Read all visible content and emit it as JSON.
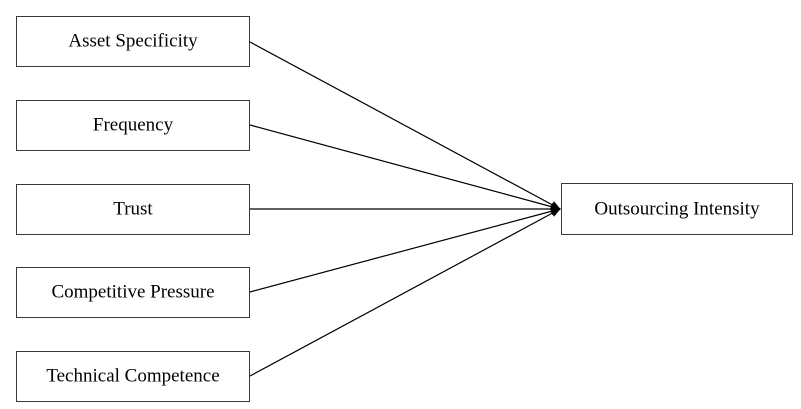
{
  "diagram": {
    "predictors": [
      {
        "label": "Asset Specificity"
      },
      {
        "label": "Frequency"
      },
      {
        "label": "Trust"
      },
      {
        "label": "Competitive Pressure"
      },
      {
        "label": "Technical Competence"
      }
    ],
    "outcome": {
      "label": "Outsourcing Intensity"
    },
    "colors": {
      "box_border": "#3a3a3a",
      "arrow": "#000000",
      "text": "#000000",
      "background": "#ffffff"
    }
  }
}
